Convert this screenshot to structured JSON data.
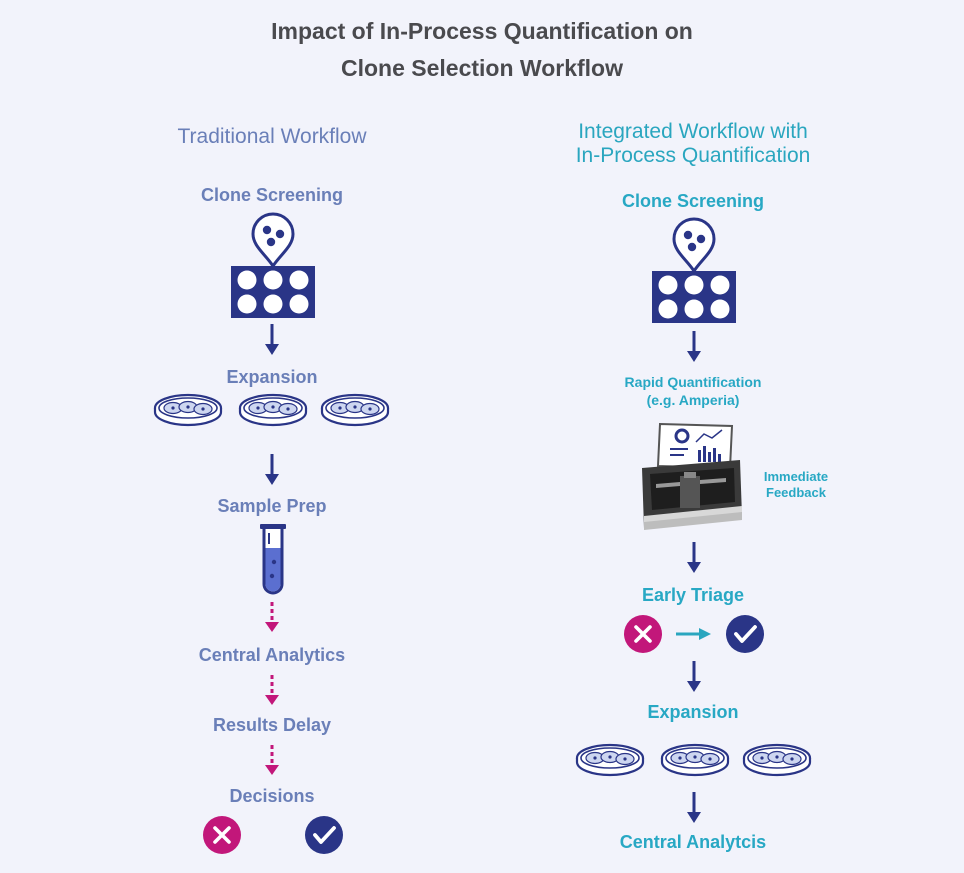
{
  "title_line1": "Impact of In-Process Quantification on",
  "title_line2": "Clone Selection Workflow",
  "colors": {
    "navy": "#2a3587",
    "magenta": "#c2177a",
    "teal": "#2aa6bf",
    "trad_text": "#6a7fb8",
    "dish_fill": "#cdd6f0"
  },
  "traditional": {
    "heading": "Traditional Workflow",
    "steps": {
      "screening": "Clone Screening",
      "expansion": "Expansion",
      "prep": "Sample Prep",
      "analytics": "Central Analytics",
      "delay": "Results Delay",
      "decisions": "Decisions"
    }
  },
  "integrated": {
    "heading_line1": "Integrated Workflow with",
    "heading_line2": "In-Process Quantification",
    "steps": {
      "screening": "Clone Screening",
      "rapid_line1": "Rapid Quantification",
      "rapid_line2": "(e.g. Amperia)",
      "feedback_line1": "Immediate",
      "feedback_line2": "Feedback",
      "triage": "Early Triage",
      "expansion": "Expansion",
      "analytics": "Central Analytcis"
    }
  },
  "icons": {
    "screening": "well-plate-with-pin-icon",
    "expansion": "petri-dish-icon",
    "prep": "test-tube-icon",
    "instrument": "quantification-instrument-icon",
    "reject": "x-circle-icon",
    "accept": "check-circle-icon"
  }
}
